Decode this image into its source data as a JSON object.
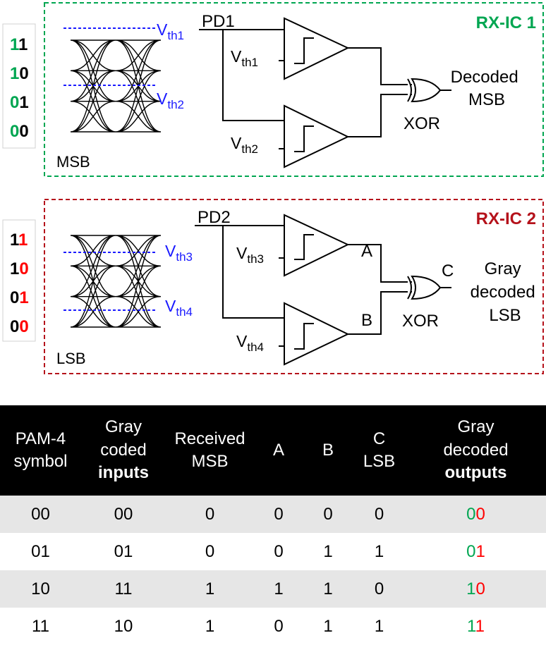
{
  "colors": {
    "green": "#00a651",
    "red": "#ff0000",
    "blue": "#1a1aff",
    "dark_red": "#b5121b"
  },
  "rx1": {
    "title": "RX-IC 1",
    "levels": [
      {
        "a": "1",
        "b": "1"
      },
      {
        "a": "1",
        "b": "0"
      },
      {
        "a": "0",
        "b": "1"
      },
      {
        "a": "0",
        "b": "0"
      }
    ],
    "eye_label": "MSB",
    "pd_label": "PD1",
    "th1": {
      "main": "V",
      "sub": "th1"
    },
    "th2": {
      "main": "V",
      "sub": "th2"
    },
    "gate_label": "XOR",
    "output_lines": [
      "Decoded",
      "MSB"
    ]
  },
  "rx2": {
    "title": "RX-IC 2",
    "levels": [
      {
        "a": "1",
        "b": "1"
      },
      {
        "a": "1",
        "b": "0"
      },
      {
        "a": "0",
        "b": "1"
      },
      {
        "a": "0",
        "b": "0"
      }
    ],
    "eye_label": "LSB",
    "pd_label": "PD2",
    "th3": {
      "main": "V",
      "sub": "th3"
    },
    "th4": {
      "main": "V",
      "sub": "th4"
    },
    "node_a": "A",
    "node_b": "B",
    "node_c": "C",
    "gate_label": "XOR",
    "output_lines": [
      "Gray",
      "decoded",
      "LSB"
    ]
  },
  "table": {
    "headers": [
      {
        "lines": [
          "PAM-4",
          "symbol"
        ]
      },
      {
        "lines": [
          "Gray",
          "coded"
        ],
        "last_plain": "",
        "last_bold": "inputs"
      },
      {
        "lines": [
          "Received",
          "MSB"
        ]
      },
      {
        "lines": [
          "A"
        ]
      },
      {
        "lines": [
          "B"
        ]
      },
      {
        "lines": [
          "C",
          "LSB"
        ]
      },
      {
        "lines": [
          "Gray",
          "decoded"
        ],
        "last_plain": "",
        "last_bold": "outputs"
      }
    ],
    "header_last_prefix": "",
    "rows": [
      {
        "symbol": "00",
        "inputs": "00",
        "msb": "0",
        "a": "0",
        "b": "0",
        "c": "0",
        "out_msb": "0",
        "out_lsb": "0"
      },
      {
        "symbol": "01",
        "inputs": "01",
        "msb": "0",
        "a": "0",
        "b": "1",
        "c": "1",
        "out_msb": "0",
        "out_lsb": "1"
      },
      {
        "symbol": "10",
        "inputs": "11",
        "msb": "1",
        "a": "1",
        "b": "1",
        "c": "0",
        "out_msb": "1",
        "out_lsb": "0"
      },
      {
        "symbol": "11",
        "inputs": "10",
        "msb": "1",
        "a": "0",
        "b": "1",
        "c": "1",
        "out_msb": "1",
        "out_lsb": "1"
      }
    ]
  }
}
